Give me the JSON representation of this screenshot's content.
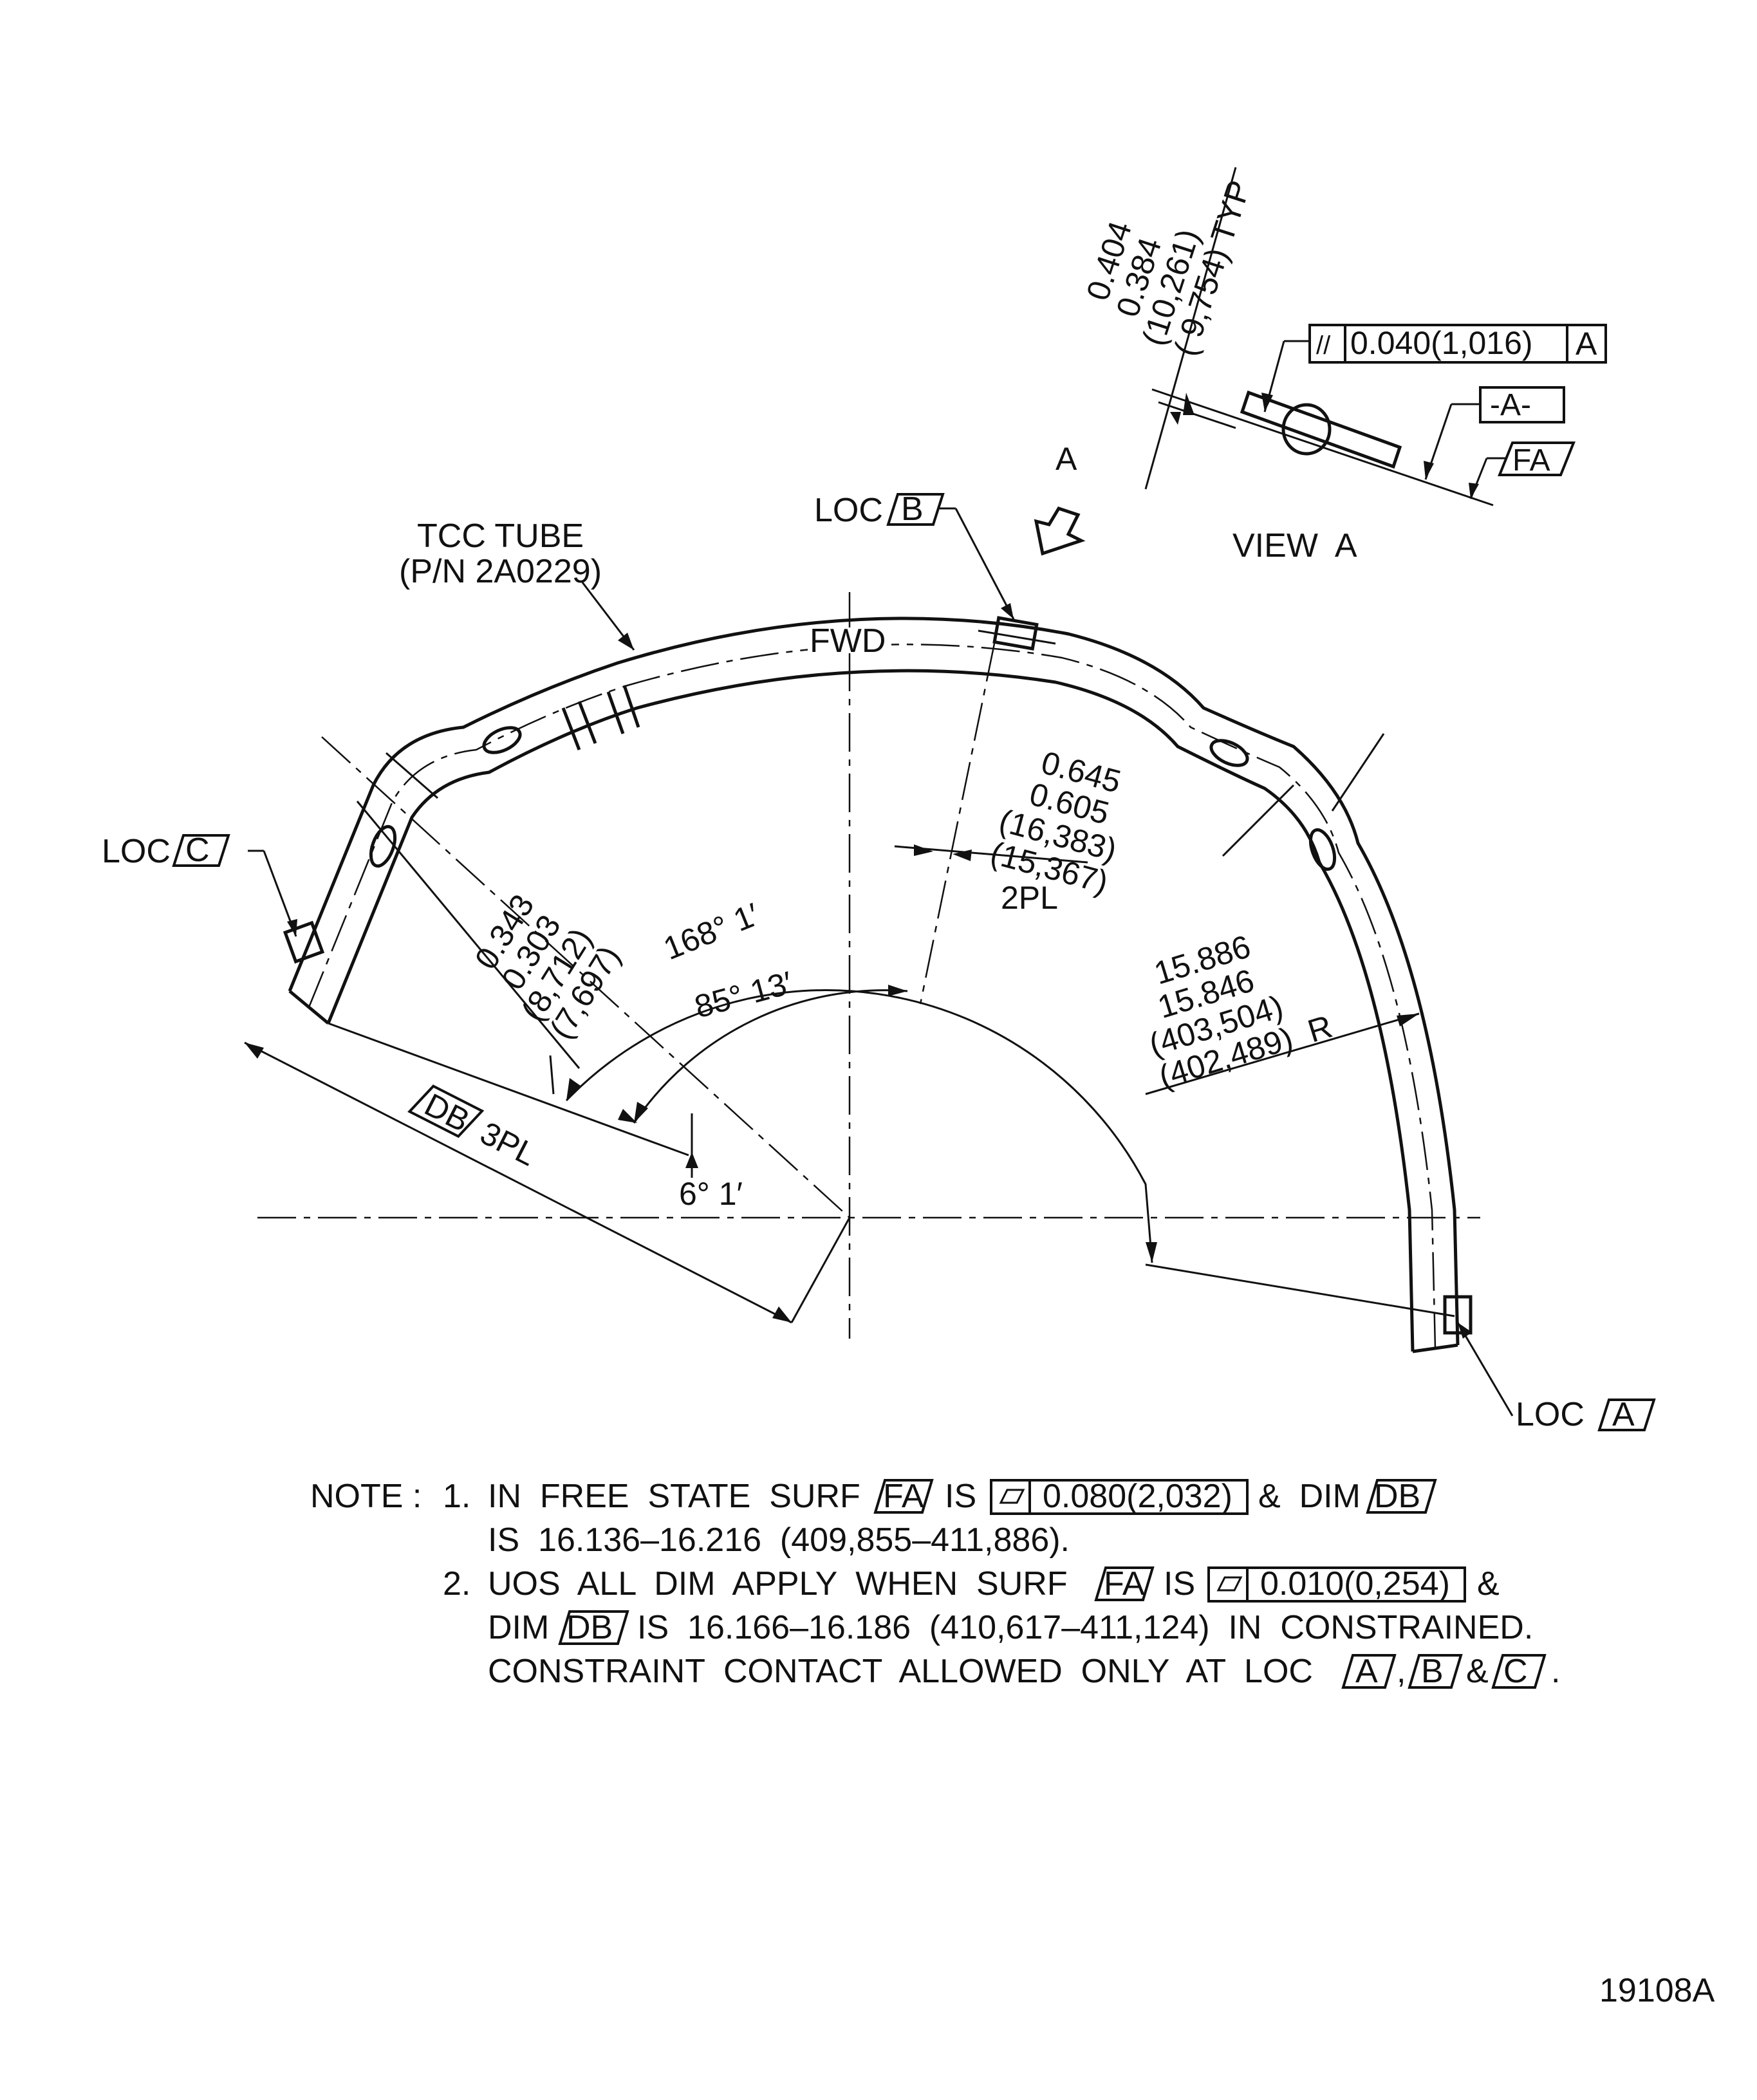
{
  "diagram": {
    "tube_label_line1": "TCC TUBE",
    "tube_label_line2": "(P/N 2A0229)",
    "fwd": "FWD",
    "loc_prefix": "LOC",
    "loc_a": "A",
    "loc_b": "B",
    "loc_c": "C",
    "view_arrow_letter": "A",
    "view_a": "VIEW  A",
    "view_a_dims": [
      "0.404",
      "0.384",
      "(10,261)",
      "( 9,754) TYP"
    ],
    "view_a_fcf_symbol": "//",
    "view_a_fcf_tol": "0.040(1,016)",
    "view_a_fcf_datum": "A",
    "datum_a": "-A-",
    "surf_fa": "FA",
    "dim_b_offset": [
      "0.645",
      "0.605",
      "(16,383)",
      "(15,367)"
    ],
    "dim_b_count": "2PL",
    "dim_c_offset": [
      "0.343",
      "0.303",
      "(8,712)",
      "(7,697)"
    ],
    "radius_dims": [
      "15.886",
      "15.846",
      "(403,504)",
      "(402,489)  R"
    ],
    "angle_outer": "168° 1′",
    "angle_inner": "85° 13′",
    "angle_small": "6° 1′",
    "db_label": "DB",
    "db_count": "3PL"
  },
  "notes": {
    "prefix": "NOTE :",
    "n1_num": "1.",
    "n1_a": "IN  FREE  STATE  SURF",
    "n1_fa": "FA",
    "n1_is": "IS",
    "n1_tol": "0.080(2,032)",
    "n1_amp": "&  DIM",
    "n1_db": "DB",
    "n1_line2": "IS  16.136–16.216  (409,855–411,886).",
    "n2_num": "2.",
    "n2_a": "UOS  ALL  DIM  APPLY  WHEN  SURF",
    "n2_fa": "FA",
    "n2_is": "IS",
    "n2_tol": "0.010(0,254)",
    "n2_amp": "&",
    "n2_dim": "DIM",
    "n2_db": "DB",
    "n2_line2": "IS  16.166–16.186  (410,617–411,124)  IN  CONSTRAINED.",
    "n2_line3": "CONSTRAINT  CONTACT  ALLOWED  ONLY  AT  LOC",
    "n2_a_box": "A",
    "n2_comma": ",",
    "n2_b_box": "B",
    "n2_and": "&",
    "n2_c_box": "C",
    "n2_end": "."
  },
  "figure_number": "19108A"
}
